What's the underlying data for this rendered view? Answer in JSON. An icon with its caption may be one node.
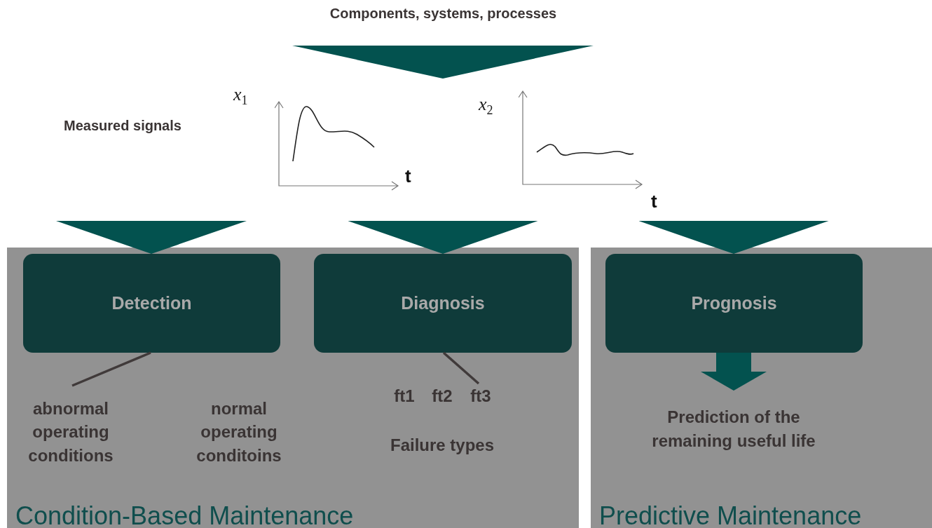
{
  "diagram": {
    "nodes": [
      {
        "text": [
          "Components, systems, processes"
        ]
      },
      {
        "text": [
          "Measured signals"
        ]
      },
      {
        "text": [],
        "shape": "picture",
        "beside": [
          "x$_{1}$",
          "t"
        ]
      },
      {
        "text": [],
        "shape": "picture",
        "beside": [
          "x$_{2}$",
          "t"
        ]
      },
      {
        "text": [
          "Condition-Based Maintenance"
        ]
      },
      {
        "text": [
          "Detection"
        ],
        "in": 4
      },
      {
        "text": [
          "Diagnosis"
        ],
        "in": 4
      },
      {
        "text": [
          "Predictive Maintenance"
        ]
      },
      {
        "text": [
          "Prognosis"
        ],
        "in": 7
      },
      {
        "text": [
          "abnormal operating conditions"
        ],
        "in": 4
      },
      {
        "text": [
          "normal operating conditoins"
        ],
        "in": 4
      },
      {
        "text": [
          "ft1"
        ],
        "in": 4
      },
      {
        "text": [
          "ft2"
        ],
        "in": 4
      },
      {
        "text": [
          "ft3"
        ],
        "in": 4
      },
      {
        "text": [
          "Failure types"
        ],
        "in": 4
      },
      {
        "text": [
          "Prediction of the remaining useful life"
        ],
        "in": 7
      }
    ],
    "edges": [
      {
        "from": 0,
        "to": null,
        "arrow": "to"
      },
      {
        "from": 1,
        "to": 5,
        "arrow": "to"
      },
      {
        "from": 2,
        "to": 6,
        "arrow": "to"
      },
      {
        "from": 3,
        "to": 8,
        "arrow": "to"
      },
      {
        "from": 5,
        "to": 9,
        "arrow": "none",
        "style": "thick",
        "color": "#403a3a"
      },
      {
        "from": 6,
        "to": 13,
        "arrow": "none",
        "style": "thick",
        "color": "#403a3a"
      },
      {
        "from": 8,
        "to": 15,
        "arrow": "to",
        "style": "thick"
      }
    ]
  }
}
